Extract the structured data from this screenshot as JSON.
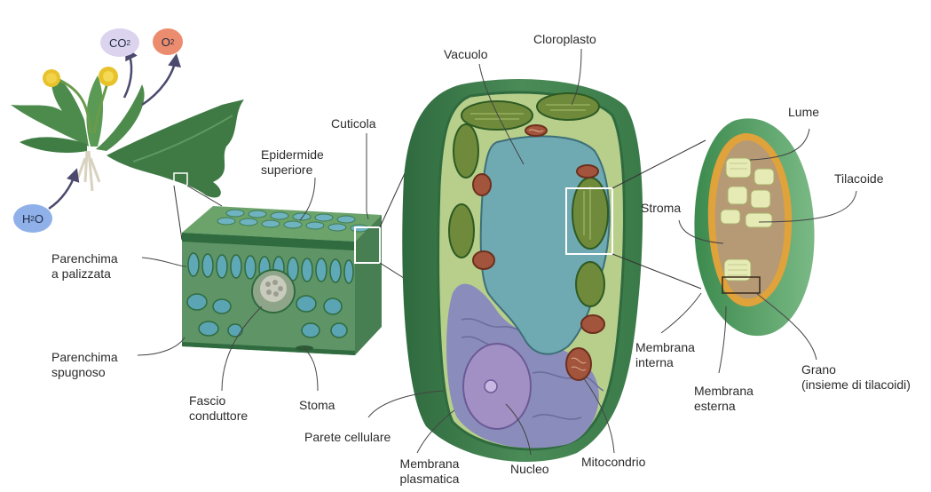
{
  "gases": {
    "co2": {
      "base": "CO",
      "sub": "2",
      "color": "#dcd3ef"
    },
    "o2": {
      "base": "O",
      "sub": "2",
      "color": "#ec8c6e"
    },
    "h2o": {
      "base": "H",
      "sub": "2",
      "tail": "O",
      "color": "#8fb0e8"
    }
  },
  "labels": {
    "cuticola": "Cuticola",
    "epidermide_1": "Epidermide",
    "epidermide_2": "superiore",
    "palizzata_1": "Parenchima",
    "palizzata_2": "a palizzata",
    "spugnoso_1": "Parenchima",
    "spugnoso_2": "spugnoso",
    "fascio_1": "Fascio",
    "fascio_2": "conduttore",
    "stoma": "Stoma",
    "vacuolo": "Vacuolo",
    "cloroplasto": "Cloroplasto",
    "parete": "Parete cellulare",
    "membrana_pl_1": "Membrana",
    "membrana_pl_2": "plasmatica",
    "nucleo": "Nucleo",
    "mitocondrio": "Mitocondrio",
    "lume": "Lume",
    "tilacoide": "Tilacoide",
    "stroma": "Stroma",
    "membrana_int_1": "Membrana",
    "membrana_int_2": "interna",
    "membrana_est_1": "Membrana",
    "membrana_est_2": "esterna",
    "grano_1": "Grano",
    "grano_2": "(insieme di tilacoidi)"
  },
  "colors": {
    "leaf": "#4f8a57",
    "leaf_dark": "#2f6b3f",
    "cell_wall": "#3e7a4c",
    "vacuole": "#6fa9b2",
    "cytoplasm": "#8c8fbf",
    "chloroplast": "#6f8a3a",
    "mitochondrion": "#a2553c",
    "stroma": "#b69a76",
    "thylakoid": "#e6ebb5",
    "outer_membrane": "#3d8a4e"
  }
}
